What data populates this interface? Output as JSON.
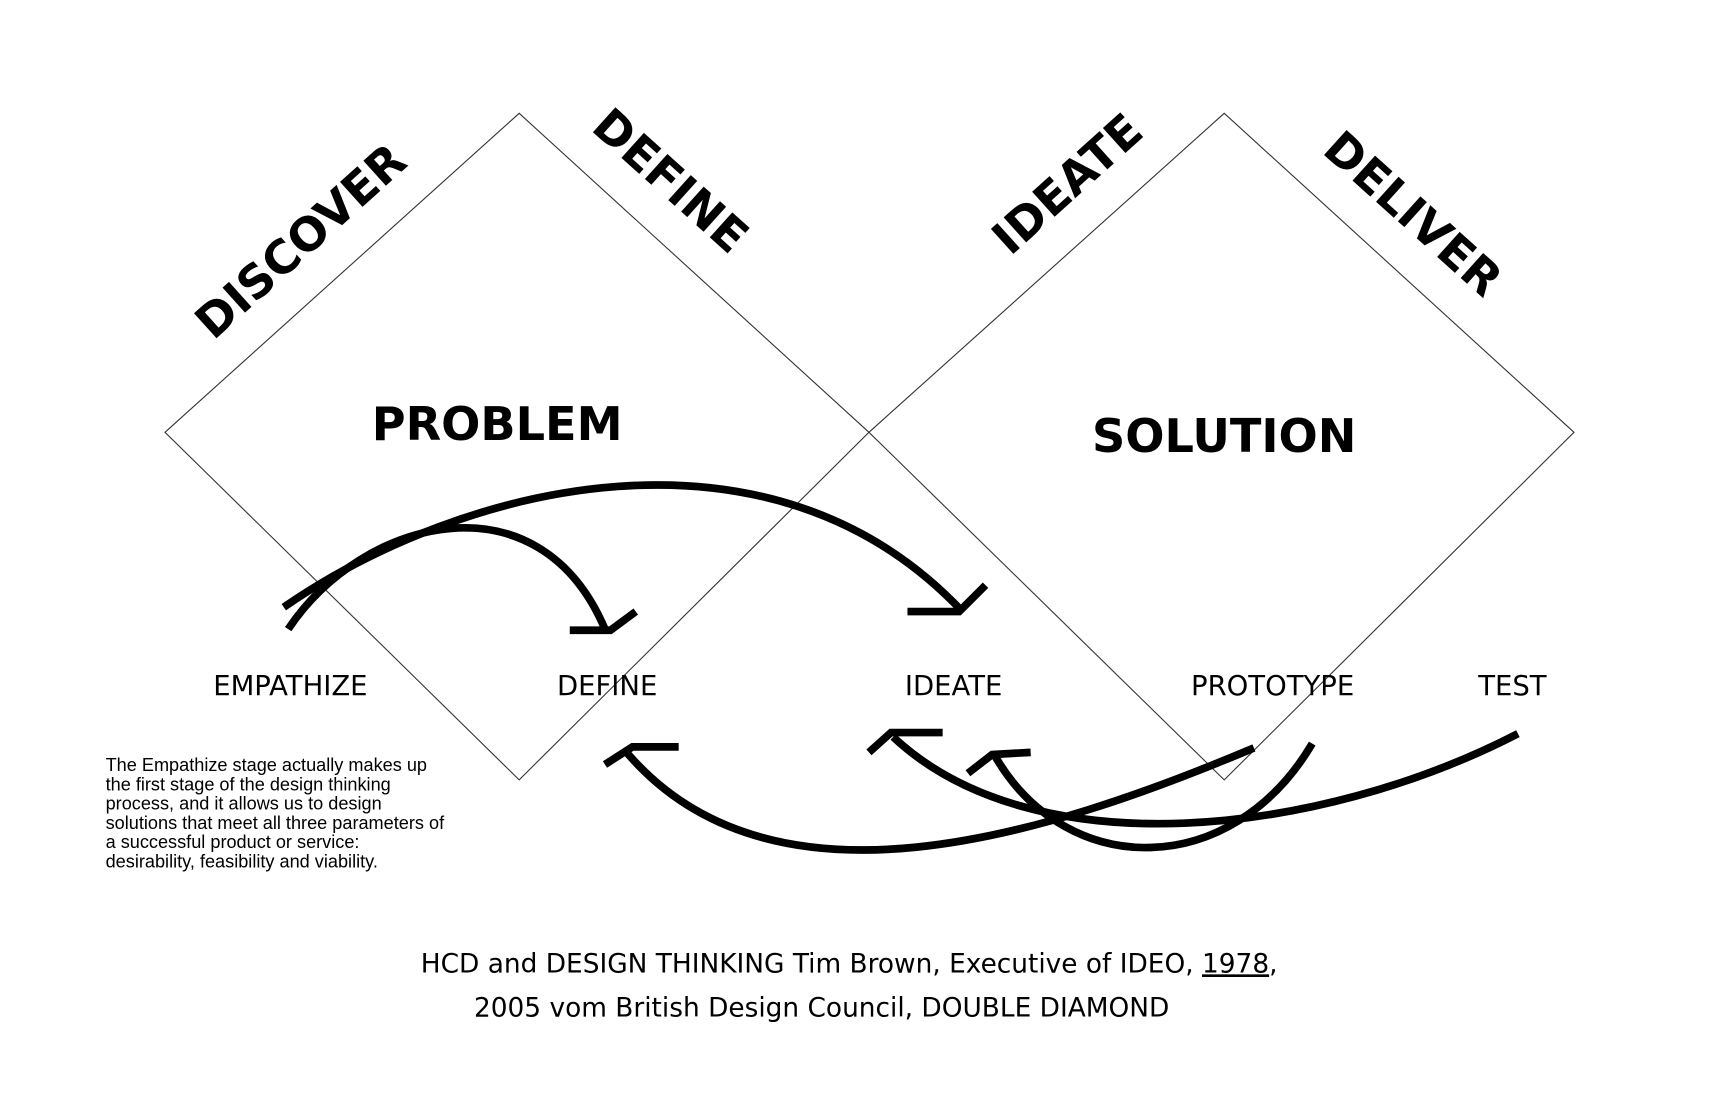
{
  "phases": {
    "discover": "DISCOVER",
    "define": "DEFINE",
    "ideate": "IDEATE",
    "deliver": "DELIVER"
  },
  "diamonds": {
    "left": "PROBLEM",
    "right": "SOLUTION"
  },
  "stages": [
    "EMPATHIZE",
    "DEFINE",
    "IDEATE",
    "PROTOTYPE",
    "TEST"
  ],
  "description": [
    "The Empathize stage actually makes up",
    "the first stage of the design thinking",
    "process, and it allows us to design",
    "solutions that meet all three parameters of",
    "a successful product or service:",
    "desirability, feasibility and viability."
  ],
  "caption": {
    "line1_prefix": "HCD and DESIGN THINKING Tim Brown, Executive of IDEO, ",
    "line1_year": "1978",
    "line1_suffix": ",",
    "line2": "2005 vom British Design Council, DOUBLE DIAMOND"
  },
  "colors": {
    "ink": "#000000",
    "background": "#ffffff"
  }
}
